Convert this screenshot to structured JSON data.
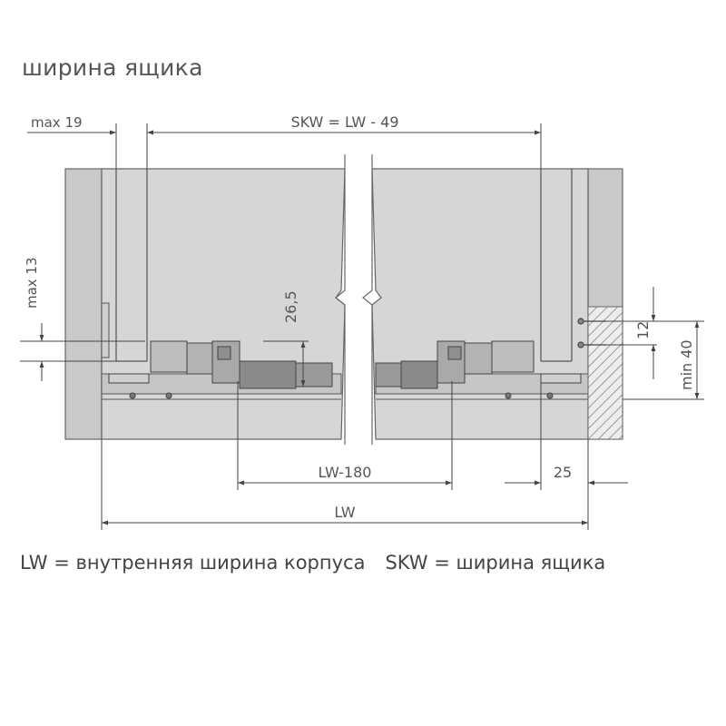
{
  "title": "ширина ящика",
  "dimensions": {
    "max19": "max 19",
    "skw": "SKW = LW - 49",
    "max13": "max 13",
    "d265": "26,5",
    "d12": "12",
    "min40": "min 40",
    "lw180": "LW-180",
    "d25": "25",
    "lw": "LW"
  },
  "legend": {
    "lw_def": "LW = внутренняя ширина корпуса",
    "skw_def": "SKW = ширина ящика"
  },
  "colors": {
    "panel": "#d9d9d9",
    "cabinet": "#c8c8c8",
    "line": "#5a5a5a",
    "text": "#555555"
  }
}
